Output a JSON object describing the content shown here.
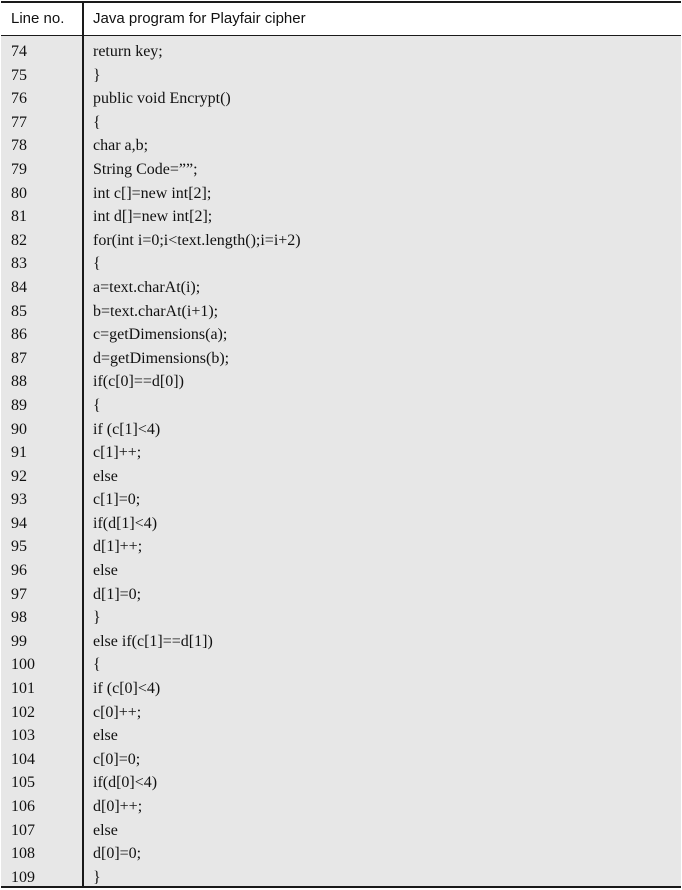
{
  "table": {
    "headers": {
      "line_no": "Line no.",
      "program": "Java program for Playfair cipher"
    },
    "rows": [
      {
        "no": "74",
        "code": "return key;"
      },
      {
        "no": "75",
        "code": "}"
      },
      {
        "no": "76",
        "code": "public void Encrypt()"
      },
      {
        "no": "77",
        "code": "{"
      },
      {
        "no": "78",
        "code": "char a,b;"
      },
      {
        "no": "79",
        "code": "String Code=””;"
      },
      {
        "no": "80",
        "code": "int c[]=new int[2];"
      },
      {
        "no": "81",
        "code": "int d[]=new int[2];"
      },
      {
        "no": "82",
        "code": "for(int i=0;i<text.length();i=i+2)"
      },
      {
        "no": "83",
        "code": "{"
      },
      {
        "no": "84",
        "code": "a=text.charAt(i);"
      },
      {
        "no": "85",
        "code": "b=text.charAt(i+1);"
      },
      {
        "no": "86",
        "code": "c=getDimensions(a);"
      },
      {
        "no": "87",
        "code": "d=getDimensions(b);"
      },
      {
        "no": "88",
        "code": "if(c[0]==d[0])"
      },
      {
        "no": "89",
        "code": "{"
      },
      {
        "no": "90",
        "code": "if (c[1]<4)"
      },
      {
        "no": "91",
        "code": "c[1]++;"
      },
      {
        "no": "92",
        "code": "else"
      },
      {
        "no": "93",
        "code": "c[1]=0;"
      },
      {
        "no": "94",
        "code": "if(d[1]<4)"
      },
      {
        "no": "95",
        "code": "d[1]++;"
      },
      {
        "no": "96",
        "code": "else"
      },
      {
        "no": "97",
        "code": "d[1]=0;"
      },
      {
        "no": "98",
        "code": "}"
      },
      {
        "no": "99",
        "code": "else if(c[1]==d[1])"
      },
      {
        "no": "100",
        "code": "{"
      },
      {
        "no": "101",
        "code": "if (c[0]<4)"
      },
      {
        "no": "102",
        "code": "c[0]++;"
      },
      {
        "no": "103",
        "code": "else"
      },
      {
        "no": "104",
        "code": "c[0]=0;"
      },
      {
        "no": "105",
        "code": "if(d[0]<4)"
      },
      {
        "no": "106",
        "code": "d[0]++;"
      },
      {
        "no": "107",
        "code": "else"
      },
      {
        "no": "108",
        "code": "d[0]=0;"
      },
      {
        "no": "109",
        "code": "}"
      }
    ]
  }
}
